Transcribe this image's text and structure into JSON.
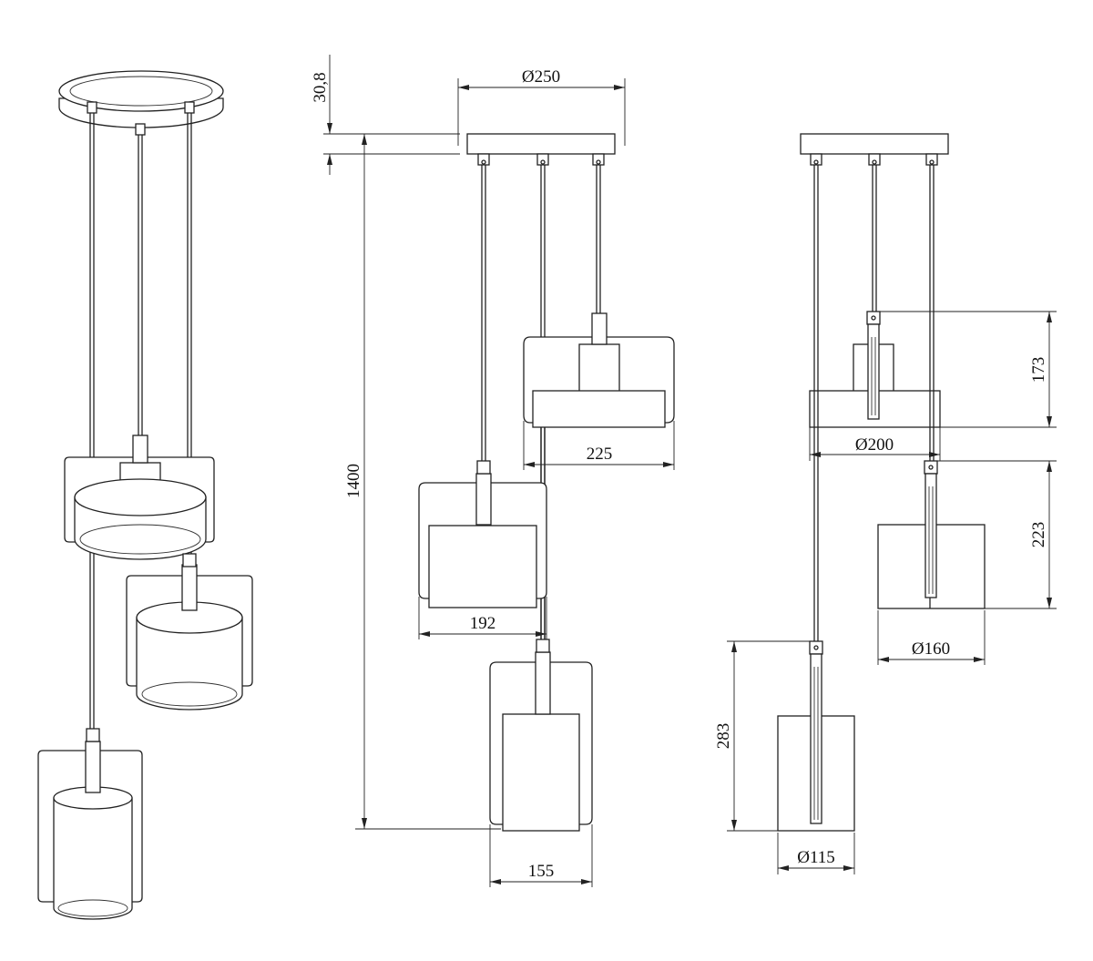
{
  "dimensions": {
    "canopy_diameter": "Ø250",
    "canopy_height": "30,8",
    "total_height": "1400",
    "large_shade_width": "225",
    "medium_shade_width": "192",
    "small_shade_width": "155",
    "large_shade_height": "173",
    "large_shade_diameter": "Ø200",
    "medium_shade_height": "223",
    "medium_shade_diameter": "Ø160",
    "small_shade_height": "283",
    "small_shade_diameter": "Ø115"
  }
}
